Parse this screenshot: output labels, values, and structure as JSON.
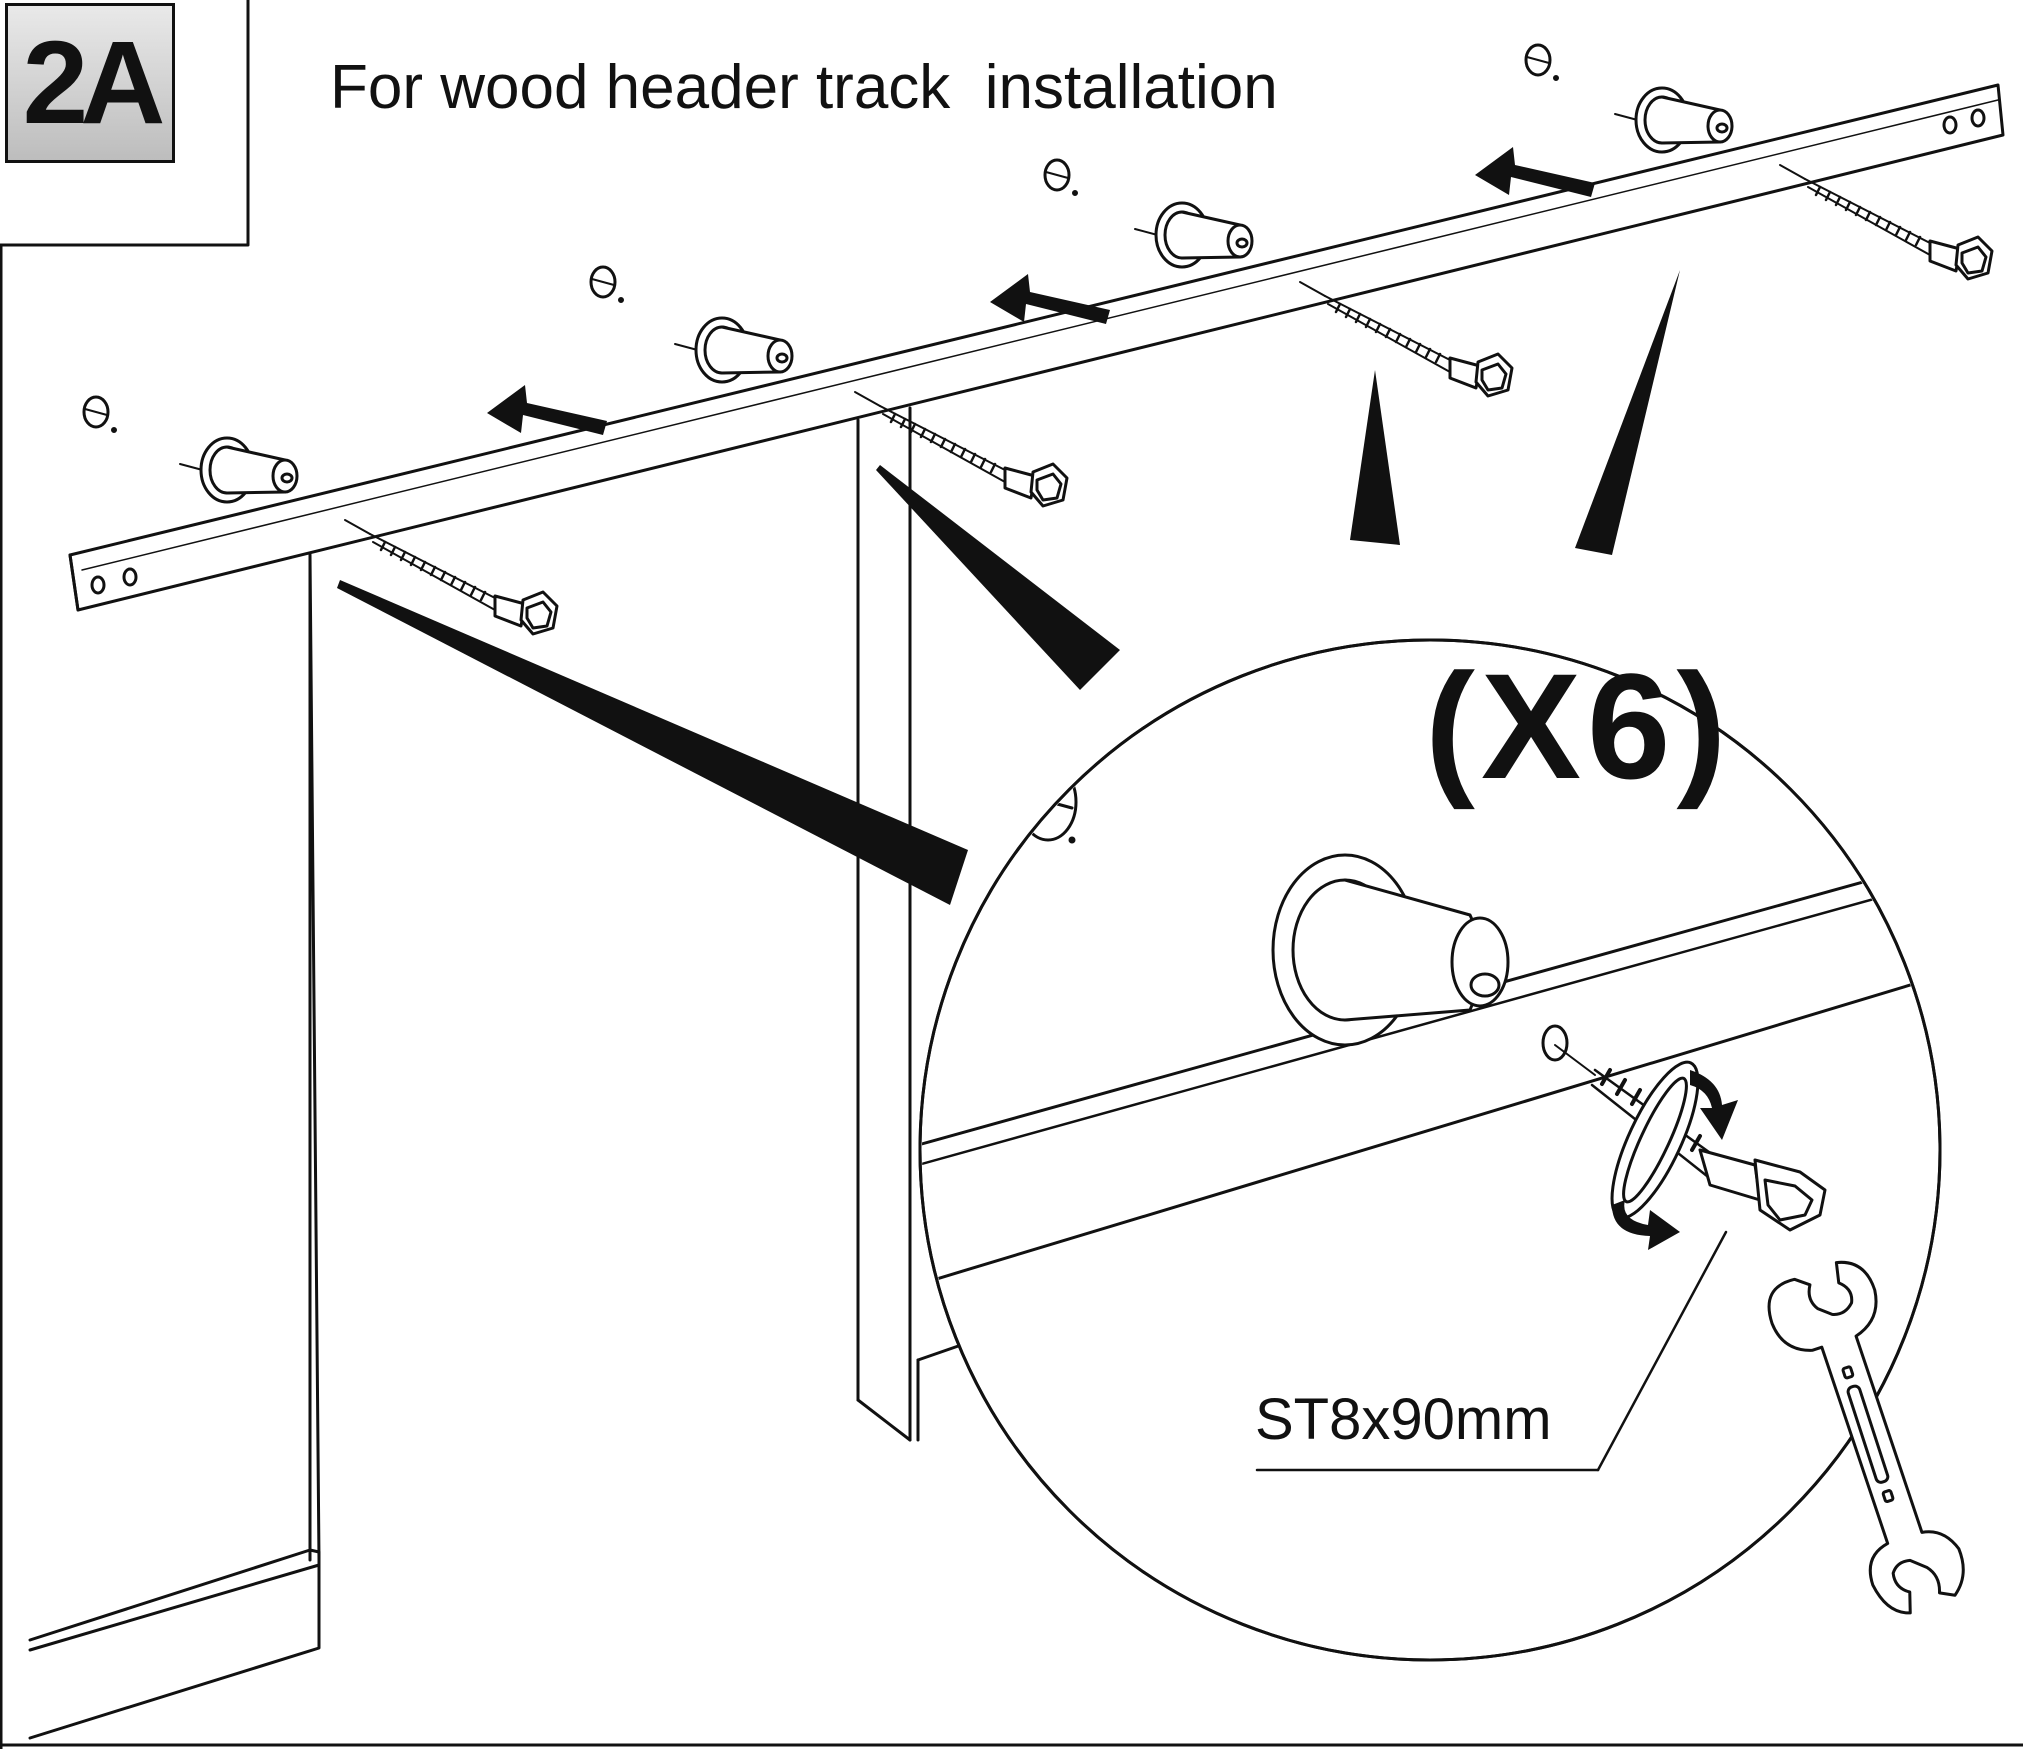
{
  "step": {
    "label": "2A",
    "title": "For wood header track  installation"
  },
  "detail": {
    "quantity": "(X6)",
    "screw_spec": "ST8x90mm"
  },
  "icons": [
    "step-badge",
    "header-track",
    "screw",
    "spacer",
    "wrench",
    "rotation-arrow",
    "direction-arrow"
  ]
}
